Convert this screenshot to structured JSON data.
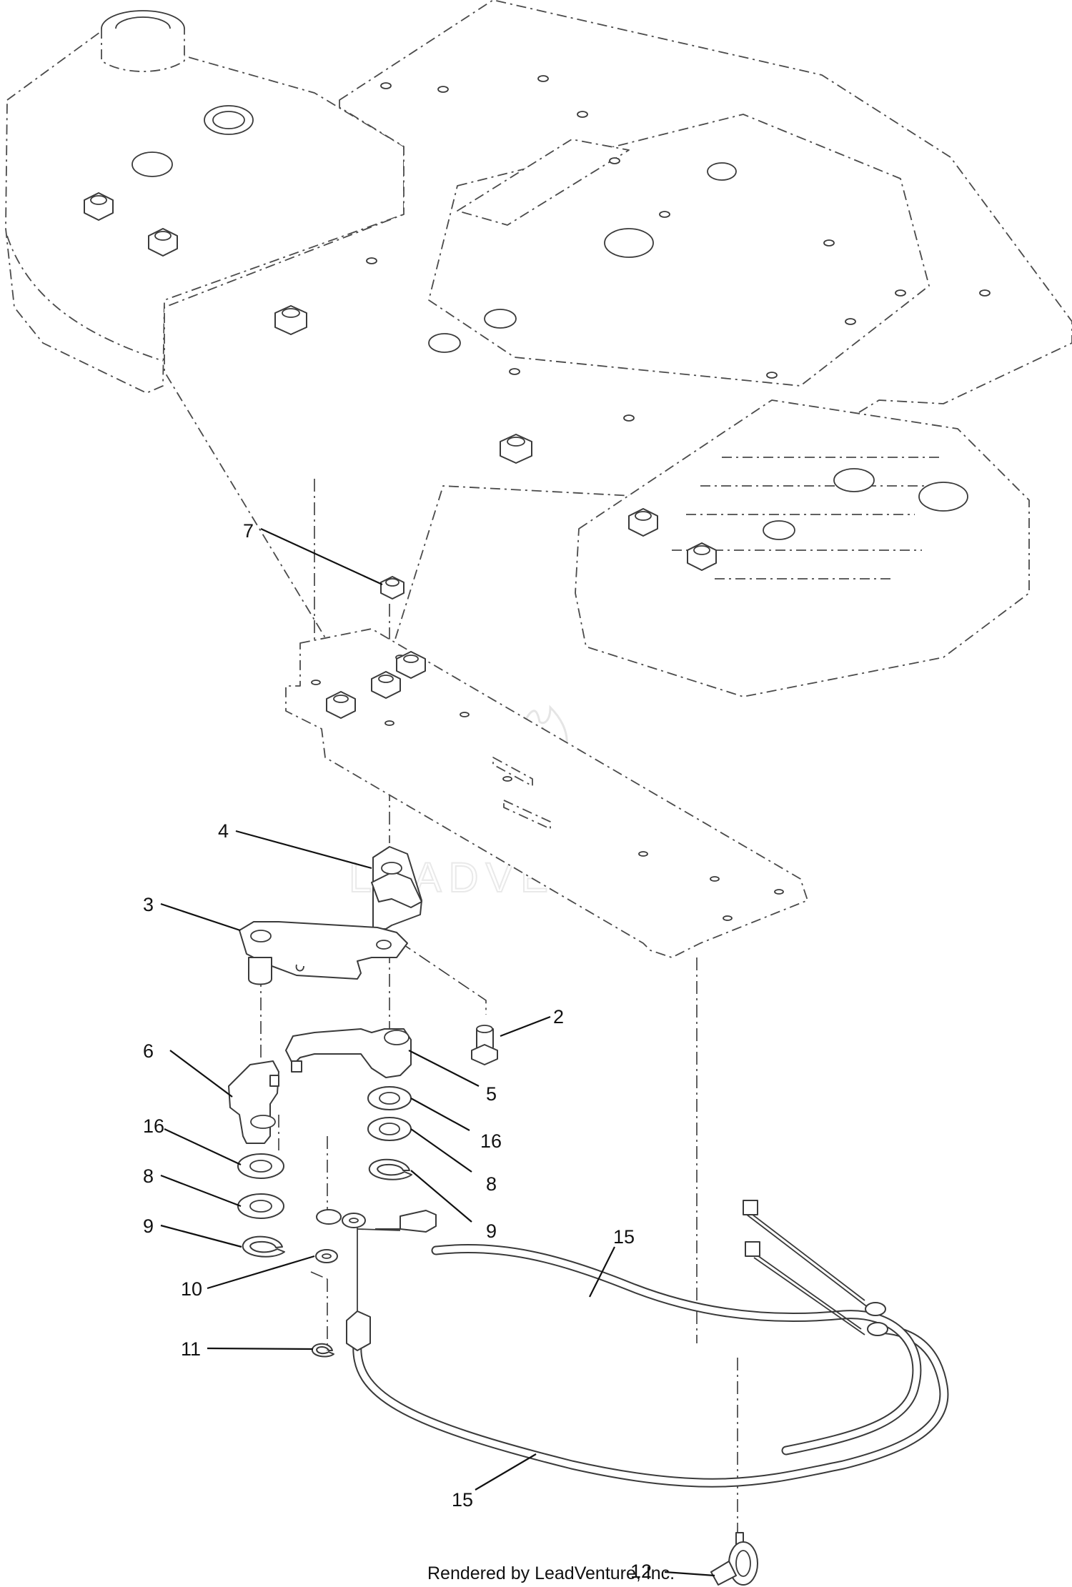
{
  "watermark": "LEADVENTURE",
  "credit": "Rendered by LeadVenture, Inc.",
  "callouts": [
    {
      "id": "c7",
      "label": "7"
    },
    {
      "id": "c4",
      "label": "4"
    },
    {
      "id": "c3",
      "label": "3"
    },
    {
      "id": "c2",
      "label": "2"
    },
    {
      "id": "c6",
      "label": "6"
    },
    {
      "id": "c5",
      "label": "5"
    },
    {
      "id": "c16a",
      "label": "16"
    },
    {
      "id": "c16b",
      "label": "16"
    },
    {
      "id": "c8a",
      "label": "8"
    },
    {
      "id": "c8b",
      "label": "8"
    },
    {
      "id": "c9a",
      "label": "9"
    },
    {
      "id": "c9b",
      "label": "9"
    },
    {
      "id": "c15a",
      "label": "15"
    },
    {
      "id": "c10",
      "label": "10"
    },
    {
      "id": "c11",
      "label": "11"
    },
    {
      "id": "c15b",
      "label": "15"
    },
    {
      "id": "c12",
      "label": "12"
    }
  ]
}
